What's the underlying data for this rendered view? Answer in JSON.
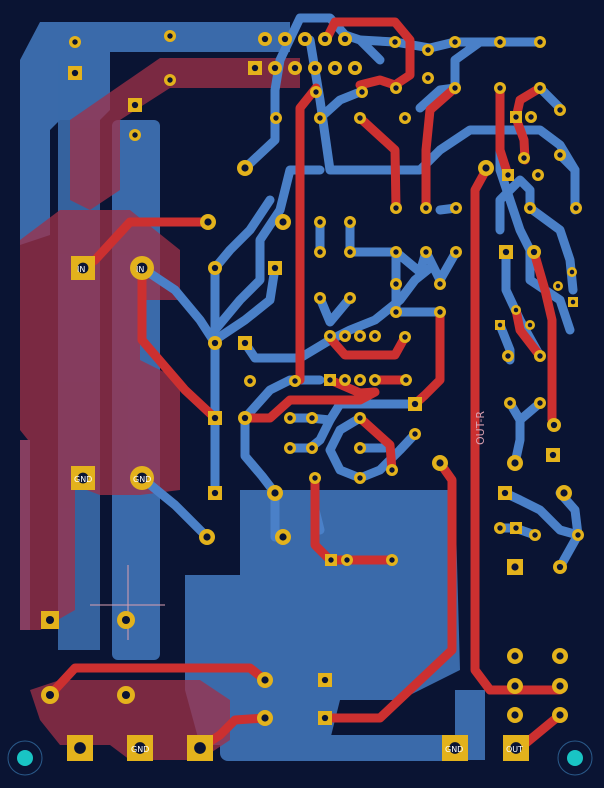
{
  "board": {
    "background": "#0a1433",
    "colors": {
      "bottom_copper": "#4a80c8",
      "bottom_fill": "#3a6aaa",
      "top_copper": "#cc3030",
      "top_fill": "#8a2f4a",
      "pad": "#e3b21c",
      "drill": "#0a1433",
      "mounting_hole": "#19c4c4",
      "silkscreen": "#d9a0b0"
    },
    "silkscreen_text": {
      "out_label": "OUT-R"
    },
    "pad_labels": {
      "in_a": "IN",
      "in_b": "IN",
      "gnd_a": "GND",
      "gnd_b": "GND",
      "gnd_c": "GND",
      "gnd_d": "GND",
      "out": "OUT"
    }
  }
}
